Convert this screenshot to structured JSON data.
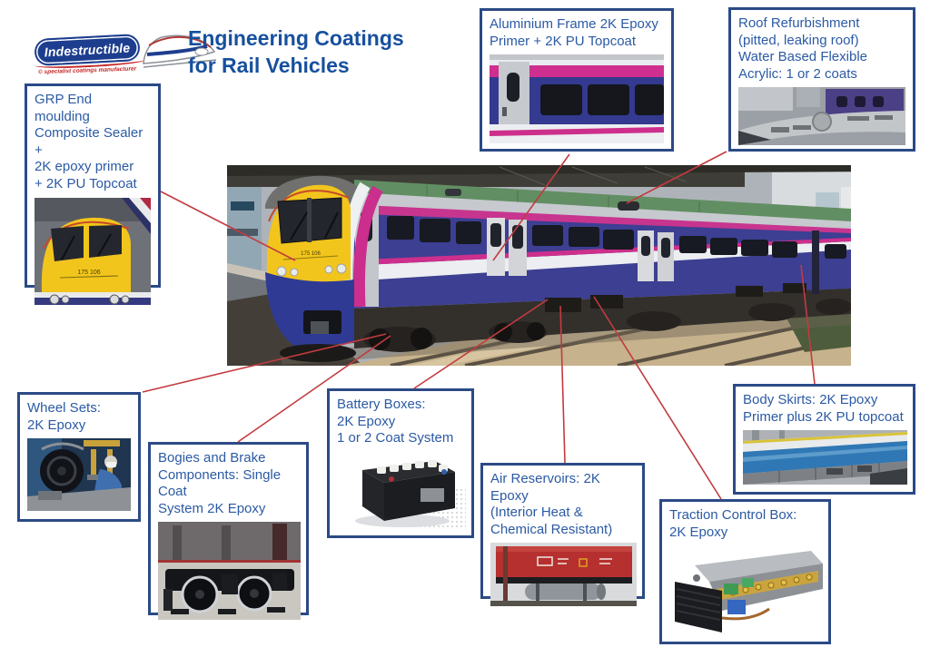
{
  "logo": {
    "brand": "Indestructible",
    "tagline": "© specialist coatings manufacturer"
  },
  "title": "Engineering Coatings\nfor Rail Vehicles",
  "train": {
    "cab_number": "175 106",
    "description": "First-livery multiple unit at station platform",
    "livery_colors": {
      "front": "#f2c51d",
      "body": "#3c3f92",
      "stripe_pink": "#cb2e8c",
      "stripe_white": "#eef0f2"
    }
  },
  "callouts": {
    "grp": {
      "label": "GRP End moulding\nComposite Sealer +\n2K epoxy primer\n+ 2K PU Topcoat",
      "photo": "yellow-cab-front"
    },
    "aluminium": {
      "label": "Aluminium Frame 2K Epoxy\nPrimer + 2K PU Topcoat",
      "photo": "bodyside-door-windows"
    },
    "roof": {
      "label": "Roof Refurbishment\n(pitted, leaking roof)\nWater Based Flexible\nAcrylic: 1 or 2 coats",
      "photo": "train-roof-in-depot"
    },
    "wheelsets": {
      "label": "Wheel Sets:\n2K Epoxy",
      "photo": "wheel-spray-painting"
    },
    "bogies": {
      "label": "Bogies and Brake\nComponents: Single Coat\nSystem 2K Epoxy",
      "photo": "black-bogie-workshop"
    },
    "battery": {
      "label": "Battery Boxes:\n2K Epoxy\n1 or 2 Coat System",
      "photo": "battery-box"
    },
    "air": {
      "label": "Air Reservoirs: 2K Epoxy\n(Interior Heat &\nChemical Resistant)",
      "photo": "wagon-air-reservoir"
    },
    "traction": {
      "label": "Traction Control Box:\n2K Epoxy",
      "photo": "traction-control-equipment"
    },
    "bodyskirts": {
      "label": "Body Skirts:  2K Epoxy\nPrimer plus 2K PU topcoat",
      "photo": "blue-bodyside-grey-skirt"
    }
  },
  "colors": {
    "title_blue": "#17509e",
    "label_blue": "#2b5aa4",
    "box_border_navy": "#2b4a86",
    "connector_red": "#c23b3f",
    "logo_blue": "#1d3e8e",
    "logo_red": "#c22727"
  }
}
